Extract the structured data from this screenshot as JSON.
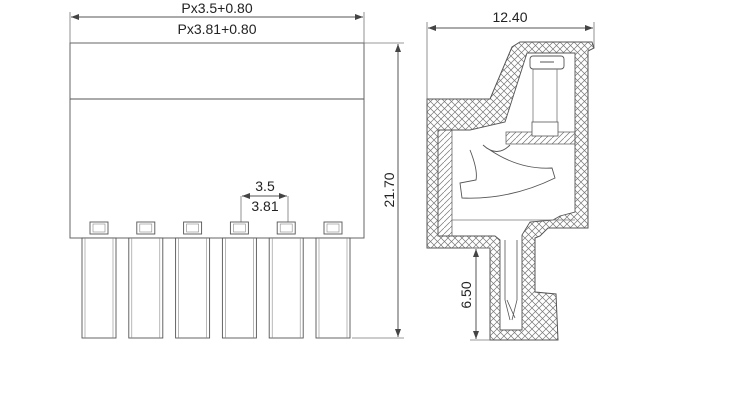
{
  "front_view": {
    "width_dim_pitch_35": "Px3.5+0.80",
    "width_dim_pitch_381": "Px3.81+0.80",
    "height_dim": "21.70",
    "pitch_dim_35": "3.5",
    "pitch_dim_381": "3.81",
    "pin_count": 6
  },
  "side_view": {
    "depth_dim": "12.40",
    "pin_length_dim": "6.50"
  },
  "colors": {
    "line": "#555555",
    "background": "#ffffff"
  }
}
